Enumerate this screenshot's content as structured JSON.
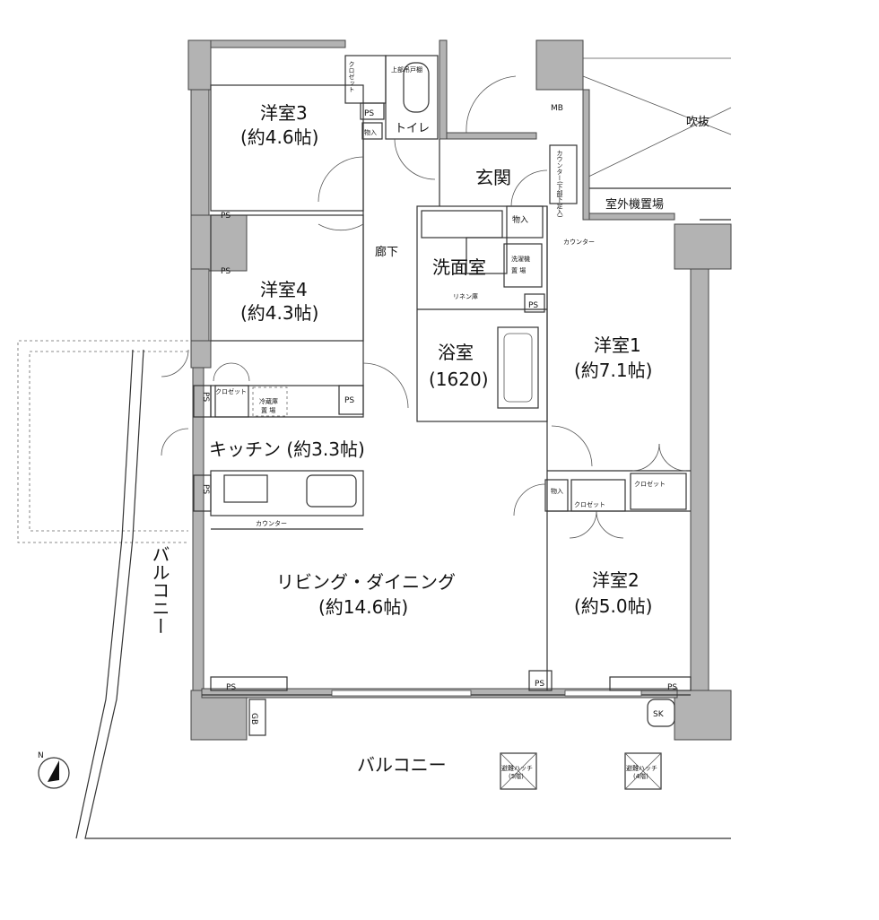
{
  "rooms": {
    "western3": {
      "name": "洋室3",
      "size": "(約4.6帖)"
    },
    "western4": {
      "name": "洋室4",
      "size": "(約4.3帖)"
    },
    "western1": {
      "name": "洋室1",
      "size": "(約7.1帖)"
    },
    "western2": {
      "name": "洋室2",
      "size": "(約5.0帖)"
    },
    "kitchen": "キッチン (約3.3帖)",
    "living": {
      "name": "リビング・ダイニング",
      "size": "(約14.6帖)"
    },
    "bath": {
      "name": "浴室",
      "size": "(1620)"
    },
    "washroom": "洗面室",
    "entrance": "玄関",
    "toilet": "トイレ",
    "hallway": "廊下",
    "balcony": "バルコニー",
    "balcony_side": "バルコニー",
    "void": "吹抜",
    "outdoor_unit": "室外機置場"
  },
  "labels": {
    "closet": "クロゼット",
    "closet_vertical": "クロゼット",
    "storage": "物入",
    "ps": "PS",
    "ps_vertical": "PS",
    "mb": "MB",
    "upper_shelf": "上部吊戸棚",
    "counter": "カウンター",
    "counter_entrance": "カウンター(下部下足入)",
    "linen": "リネン庫",
    "washer_1": "洗濯機",
    "washer_2": "置 場",
    "fridge_1": "冷蔵庫",
    "fridge_2": "置 場",
    "gb": "GB",
    "sk": "SK",
    "hatch_5": "避難ハッチ",
    "hatch_5_floor": "(5階)",
    "hatch_4": "避難ハッチ",
    "hatch_4_floor": "(4階)",
    "north": "N"
  }
}
